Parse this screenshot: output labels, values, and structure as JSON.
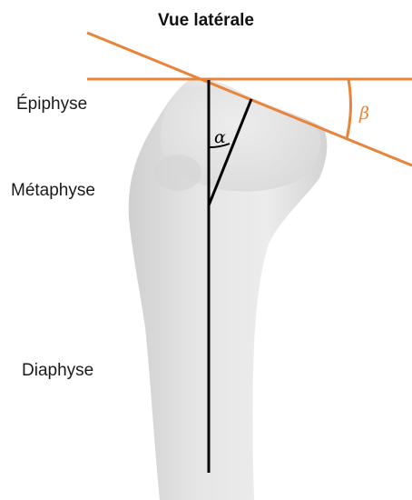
{
  "title": "Vue latérale",
  "regions": {
    "epiphysis": "Épiphyse",
    "metaphysis": "Métaphyse",
    "diaphysis": "Diaphyse"
  },
  "angles": {
    "alpha": "α",
    "beta": "β"
  },
  "colors": {
    "accent": "#e8843a",
    "axis": "#000000",
    "bone": "#e6e6e6",
    "bone_shadow": "#cfcfcf",
    "text": "#1a1a1a"
  }
}
